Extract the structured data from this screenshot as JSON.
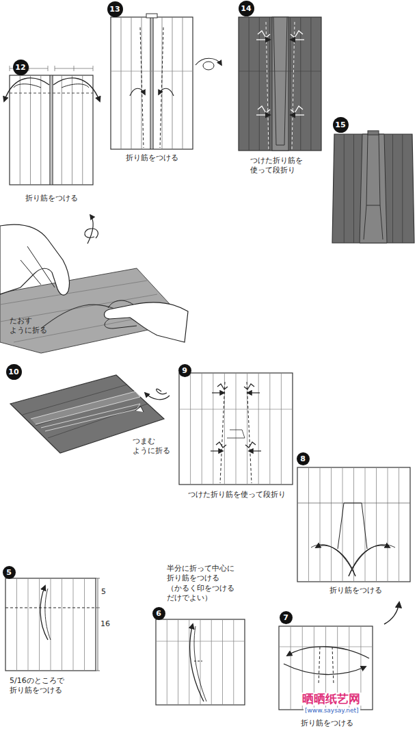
{
  "diagram": {
    "nodes": [
      {
        "text": [
          "12"
        ]
      },
      {
        "text": [
          "13"
        ]
      },
      {
        "text": [
          "14"
        ]
      },
      {
        "text": [
          "15"
        ]
      },
      {
        "text": [
          "10"
        ]
      },
      {
        "text": [
          "9"
        ]
      },
      {
        "text": [
          "8"
        ]
      },
      {
        "text": [
          "5"
        ]
      },
      {
        "text": [
          "6"
        ]
      },
      {
        "text": [
          "7"
        ]
      }
    ],
    "labels": [
      "折り筋をつける",
      "折り筋をつける",
      "つけた折り筋を 使って段折り",
      "たおす ように折る",
      "つまむ ように折る",
      "つけた折り筋を使って段折り",
      "折り筋をつける",
      "5",
      "16",
      "5/16のところで 折り筋をつける",
      "半分に折って中心に 折り筋をつける （かるく印をつける だけでよい）",
      "折り筋をつける",
      "晒晒纸艺网",
      "[www.saysay.net]"
    ]
  }
}
